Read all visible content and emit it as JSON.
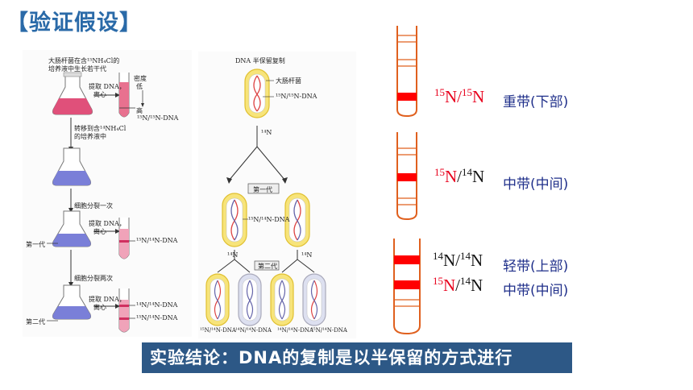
{
  "title": "【验证假设】",
  "left_panel": {
    "intro": [
      "大肠杆菌在含",
      "15",
      "NH",
      "4",
      "Cl 的",
      "培养液中生长若干代"
    ],
    "intro_line1": "大肠杆菌在含¹⁵NH₄Cl的",
    "intro_line2": "培养液中生长若干代",
    "extract1_line1": "提取 DNA，",
    "extract1_line2": "离心",
    "density": "密度",
    "low": "低",
    "high": "高",
    "dna1515": "¹⁵N/¹⁵N-DNA",
    "transfer_line1": "转移到含¹⁴NH₄Cl",
    "transfer_line2": "的培养液中",
    "divide_once": "细胞分裂一次",
    "gen1": "第一代",
    "extract2_line1": "提取 DNA，",
    "extract2_line2": "离心",
    "dna1514": "¹⁵N/¹⁴N-DNA",
    "divide_twice": "细胞分裂两次",
    "gen2": "第二代",
    "extract3_line1": "提取 DNA，",
    "extract3_line2": "离心",
    "dna1414_b": "¹⁴N/¹⁴N-DNA",
    "dna1514_b": "¹⁵N/¹⁴N-DNA"
  },
  "middle_panel": {
    "heading": "DNA 半保留复制",
    "bacterium": "大肠杆菌",
    "dna1515": "¹⁵N/¹⁵N-DNA",
    "n14": "¹⁴N",
    "gen1": "第一代",
    "dna1514": "¹⁵N/¹⁴N-DNA",
    "n14_left": "¹⁴N",
    "n14_right": "¹⁴N",
    "gen2": "第二代",
    "bottom_labels": [
      "¹⁵N/¹⁴N-DNA",
      "¹⁴N/¹⁴N-DNA",
      "¹⁴N/¹⁴N-DNA",
      "¹⁵N/¹⁴N-DNA"
    ]
  },
  "tubes": [
    {
      "label_a": "15",
      "label_a_el": "N",
      "sep": "/",
      "label_b": "15",
      "label_b_el": "N",
      "a_color": "red",
      "b_color": "red",
      "desc": "重带(下部)"
    },
    {
      "label_a": "15",
      "label_a_el": "N",
      "sep": "/",
      "label_b": "14",
      "label_b_el": "N",
      "a_color": "red",
      "b_color": "black",
      "desc": "中带(中间)"
    },
    {
      "label_a": "14",
      "label_a_el": "N",
      "sep": "/",
      "label_b": "14",
      "label_b_el": "N",
      "a_color": "black",
      "b_color": "black",
      "desc": "轻带(上部)"
    },
    {
      "label_a": "15",
      "label_a_el": "N",
      "sep": "/",
      "label_b": "14",
      "label_b_el": "N",
      "a_color": "red",
      "b_color": "black",
      "desc": "中带(中间)"
    }
  ],
  "colors": {
    "title": "#2a6aa8",
    "tube_outline": "#e0601e",
    "band": "#ff0000",
    "conclusion_bg": "#2d5886",
    "desc_text": "#1f2f8a"
  },
  "conclusion": "实验结论：DNA的复制是以半保留的方式进行"
}
